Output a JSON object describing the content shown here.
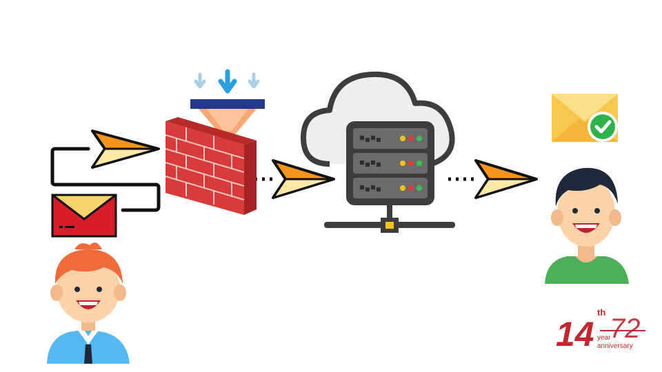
{
  "diagram": {
    "nodes": [
      {
        "id": "sender",
        "icon": "sender-person-icon"
      },
      {
        "id": "outgoing-mail",
        "icon": "red-envelope-icon"
      },
      {
        "id": "firewall",
        "icon": "firewall-filter-icon"
      },
      {
        "id": "server",
        "icon": "cloud-server-icon"
      },
      {
        "id": "delivered-mail",
        "icon": "envelope-check-icon"
      },
      {
        "id": "recipient",
        "icon": "recipient-person-icon"
      }
    ],
    "edges": [
      {
        "from": "outgoing-mail",
        "to": "firewall",
        "style": "dotted",
        "arrow": "paper-plane"
      },
      {
        "from": "firewall",
        "to": "server",
        "style": "dotted",
        "arrow": "paper-plane"
      },
      {
        "from": "server",
        "to": "recipient",
        "style": "dotted",
        "arrow": "paper-plane"
      }
    ]
  },
  "logo": {
    "number": "14",
    "suffix": "th",
    "mark": "72",
    "line1": "year",
    "line2": "anniversary",
    "color": "#c1272d"
  },
  "colors": {
    "plane_fill": "#f7941d",
    "plane_light": "#fde9a6",
    "firewall_brick": "#d93a3a",
    "server_body": "#3d3d3d",
    "envelope_red": "#d91c2a",
    "envelope_yellow": "#f7d36b",
    "check_green": "#2db34a",
    "shirt_blue": "#55b8f0",
    "shirt_green": "#4caf5a",
    "hair_orange": "#ef6b3a",
    "hair_dark": "#1e2a3a"
  }
}
